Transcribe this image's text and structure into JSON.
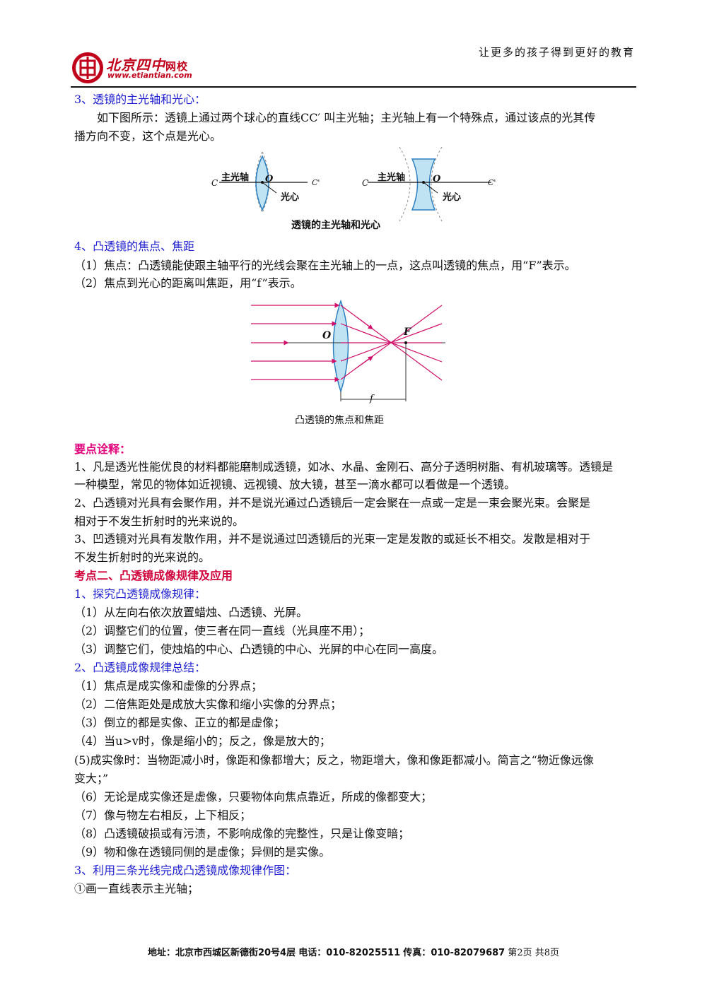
{
  "header": {
    "logo_name": "北京四中",
    "logo_suffix": "网校",
    "logo_url": "www.etiantian.com",
    "slogan": "让更多的孩子得到更好的教育"
  },
  "section3": {
    "title": "3、透镜的主光轴和光心：",
    "para_1": "如下图所示：透镜上通过两个球心的直线CC′ 叫主光轴；主光轴上有一个特殊点，通过该点的光其传",
    "para_2": "播方向不变，这个点是光心。"
  },
  "figure1": {
    "label_axis": "主光轴",
    "label_o": "O",
    "label_c": "C",
    "label_c2": "C'",
    "label_center": "光心",
    "caption": "透镜的主光轴和光心"
  },
  "section4": {
    "title": "4、凸透镜的焦点、焦距",
    "item_1": "（1）焦点：凸透镜能使跟主轴平行的光线会聚在主光轴上的一点，这点叫透镜的焦点，用“F”表示。",
    "item_2": "（2）焦点到光心的距离叫焦距，用“f”表示。"
  },
  "figure2": {
    "label_o": "O",
    "label_f": "F",
    "label_fl": "f",
    "caption": "凸透镜的焦点和焦距"
  },
  "notes": {
    "title": "要点诠释：",
    "n1_a": "1、凡是透光性能优良的材料都能磨制成透镜，如冰、水晶、金刚石、高分子透明树脂、有机玻璃等。透镜是",
    "n1_b": "一种模型，常见的物体如近视镜、远视镜、放大镜，甚至一滴水都可以看做是一个透镜。",
    "n2_a": "2、凸透镜对光具有会聚作用，并不是说光通过凸透镜后一定会聚在一点或一定是一束会聚光束。会聚是",
    "n2_b": "相对于不发生折射时的光来说的。",
    "n3_a": "3、凹透镜对光具有发散作用，并不是说通过凹透镜后的光束一定是发散的或延长不相交。发散是相对于",
    "n3_b": "不发生折射时的光来说的。"
  },
  "kaodian2": {
    "title": "考点二、凸透镜成像规律及应用",
    "s1_title": "1、探究凸透镜成像规律：",
    "s1_items": [
      "（1）从左向右依次放置蜡烛、凸透镜、光屏。",
      "（2）调整它们的位置，使三者在同一直线（光具座不用）；",
      "（3）调整它们，使烛焰的中心、凸透镜的中心、光屏的中心在同一高度。"
    ],
    "s2_title": "2、凸透镜成像规律总结：",
    "s2_items": [
      "（1）焦点是成实像和虚像的分界点；",
      "（2）二倍焦距处是成放大实像和缩小实像的分界点；",
      "（3）倒立的都是实像、正立的都是虚像；",
      "（4）当u>v时，像是缩小的；反之，像是放大的；",
      "(5)成实像时：当物距减小时，像距和像都增大；反之，物距增大，像和像距都减小。简言之“物近像远像",
      "变大；”",
      "（6）无论是成实像还是虚像，只要物体向焦点靠近，所成的像都变大；",
      "（7）像与物左右相反，上下相反；",
      "（8）凸透镜破损或有污渍，不影响成像的完整性，只是让像变暗；",
      "（9）物和像在透镜同侧的是虚像；异侧的是实像。"
    ],
    "s3_title": "3、利用三条光线完成凸透镜成像规律作图：",
    "s3_item_1": "①画一直线表示主光轴；"
  },
  "footer": {
    "address_label": "地址：",
    "address": "北京市西城区新德街20号4层",
    "phone_label": "电话：",
    "phone": "010-82025511",
    "fax_label": "传真：",
    "fax": "010-82079687",
    "page": "第2页  共8页"
  }
}
